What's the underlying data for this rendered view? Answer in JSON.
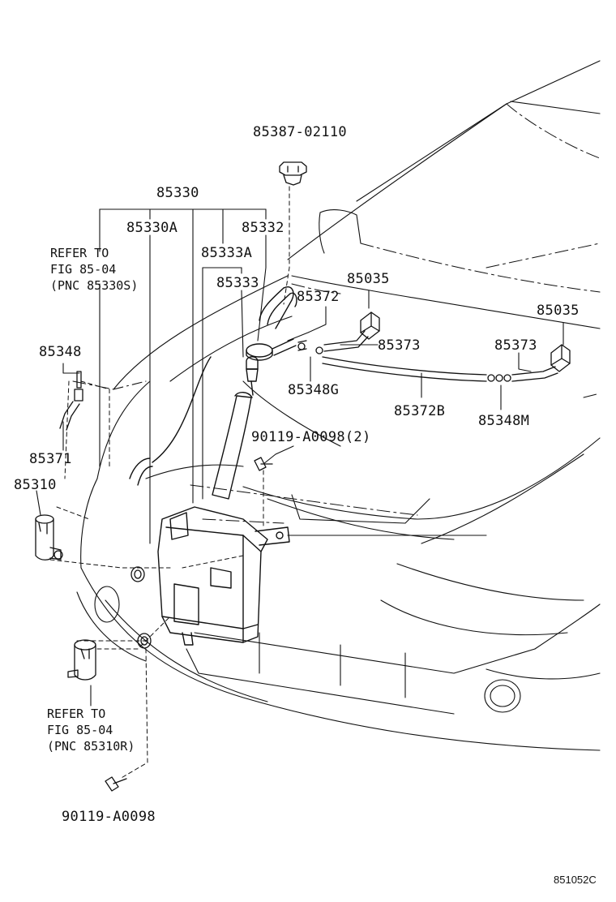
{
  "labels": {
    "p85387": "85387-02110",
    "p85330": "85330",
    "p85330A": "85330A",
    "p85332": "85332",
    "p85333A": "85333A",
    "p85333": "85333",
    "p85372": "85372",
    "p85035_a": "85035",
    "p85035_b": "85035",
    "p85373_a": "85373",
    "p85373_b": "85373",
    "p85348": "85348",
    "p85348G": "85348G",
    "p85372B": "85372B",
    "p85348M": "85348M",
    "p90119_2": "90119-A0098(2)",
    "p85371": "85371",
    "p85310": "85310",
    "p90119": "90119-A0098"
  },
  "refer_top": [
    "REFER TO",
    "FIG 85-04",
    "(PNC 85330S)"
  ],
  "refer_bottom": [
    "REFER TO",
    "FIG 85-04",
    "(PNC 85310R)"
  ],
  "figure_code": "851052C"
}
